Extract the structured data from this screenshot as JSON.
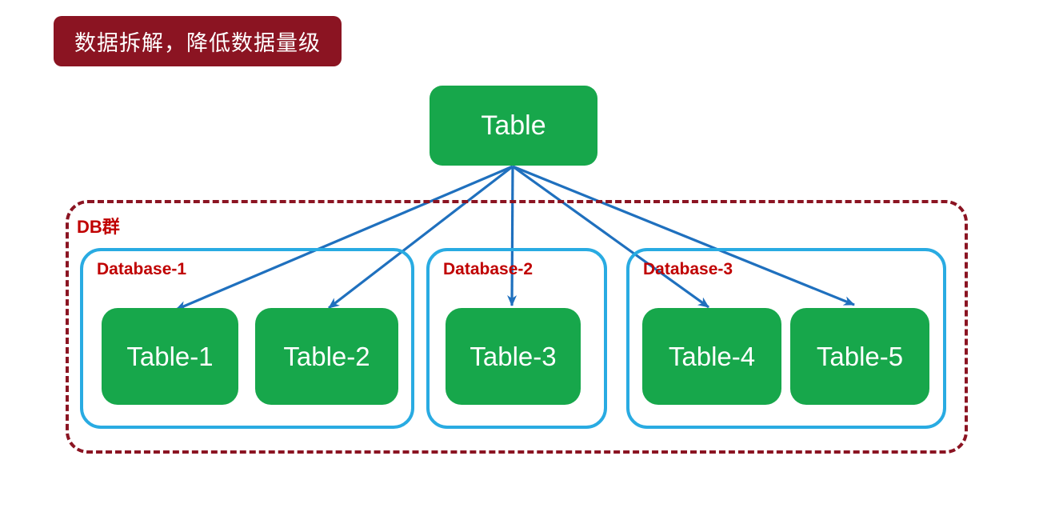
{
  "banner": {
    "text": "数据拆解，降低数据量级"
  },
  "diagram": {
    "root": {
      "label": "Table"
    },
    "group": {
      "label": "DB群"
    },
    "databases": [
      {
        "label": "Database-1",
        "tables": [
          {
            "label": "Table-1"
          },
          {
            "label": "Table-2"
          }
        ]
      },
      {
        "label": "Database-2",
        "tables": [
          {
            "label": "Table-3"
          }
        ]
      },
      {
        "label": "Database-3",
        "tables": [
          {
            "label": "Table-4"
          },
          {
            "label": "Table-5"
          }
        ]
      }
    ],
    "connections": [
      {
        "from": "Table",
        "to": "Table-1"
      },
      {
        "from": "Table",
        "to": "Table-2"
      },
      {
        "from": "Table",
        "to": "Table-3"
      },
      {
        "from": "Table",
        "to": "Table-4"
      },
      {
        "from": "Table",
        "to": "Table-5"
      }
    ]
  },
  "colors": {
    "banner_bg": "#8b1422",
    "node_green": "#17a74b",
    "database_border": "#29abe2",
    "group_border": "#8b1422",
    "label_red": "#c00000",
    "arrow_blue": "#1f70be",
    "node_text": "#ffffff"
  }
}
